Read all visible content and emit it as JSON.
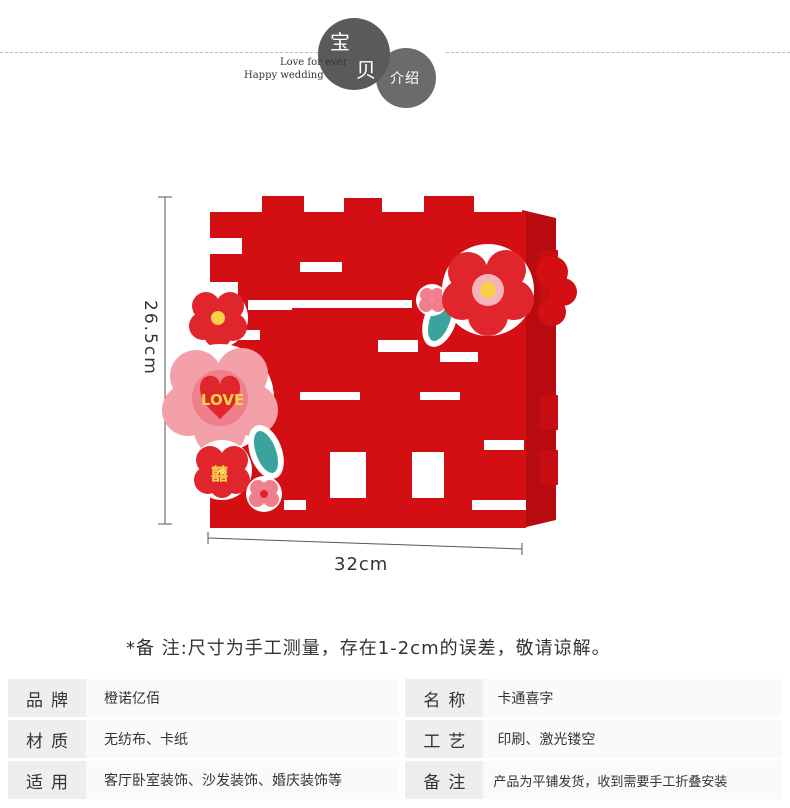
{
  "header": {
    "circle_char_1": "宝",
    "circle_char_2": "贝",
    "circle_label": "介绍",
    "tagline_1": "Love for ever",
    "tagline_2": "Happy wedding"
  },
  "product": {
    "badge_love": "LOVE",
    "badge_xi": "囍",
    "height_label": "26.5cm",
    "width_label": "32cm",
    "colors": {
      "main_red": "#d40f14",
      "dark_red": "#b80b10",
      "pink": "#f07f8d",
      "light_pink": "#f6b3b9",
      "yellow": "#f7d247",
      "teal": "#3aa49c"
    }
  },
  "note": "*备  注:尺寸为手工测量，存在1-2cm的误差，敬请谅解。",
  "spec_table": {
    "rows": [
      {
        "k1": "品牌",
        "v1": "橙诺亿佰",
        "k2": "名称",
        "v2": "卡通喜字"
      },
      {
        "k1": "材质",
        "v1": "无纺布、卡纸",
        "k2": "工艺",
        "v2": "印刷、激光镂空"
      },
      {
        "k1": "适用",
        "v1": "客厅卧室装饰、沙发装饰、婚庆装饰等",
        "k2": "备注",
        "v2": "产品为平铺发货，收到需要手工折叠安装"
      }
    ]
  }
}
